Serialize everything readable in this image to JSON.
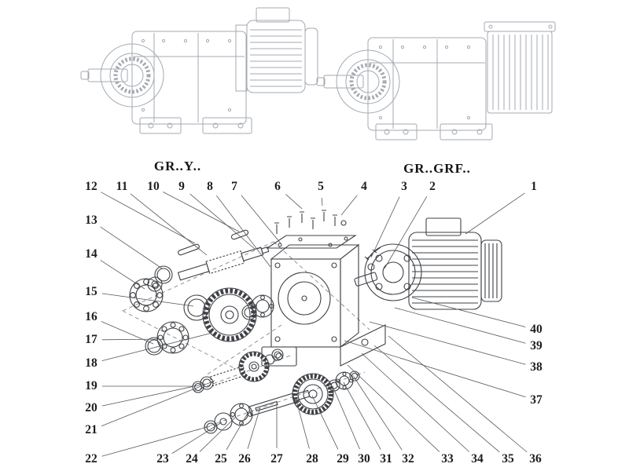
{
  "variants": [
    {
      "id": "gr-y",
      "label": "GR..Y.."
    },
    {
      "id": "gr-grf",
      "label": "GR..GRF.."
    }
  ],
  "callouts": {
    "top": [
      "12",
      "11",
      "10",
      "9",
      "8",
      "7",
      "6",
      "5",
      "4",
      "3",
      "2",
      "1"
    ],
    "left": [
      "13",
      "14",
      "15",
      "16",
      "17",
      "18",
      "19",
      "20",
      "21",
      "22"
    ],
    "bottom": [
      "23",
      "24",
      "25",
      "26",
      "27",
      "28",
      "29",
      "30",
      "31",
      "32",
      "33",
      "34",
      "35",
      "36"
    ],
    "right": [
      "40",
      "39",
      "38",
      "37"
    ]
  }
}
